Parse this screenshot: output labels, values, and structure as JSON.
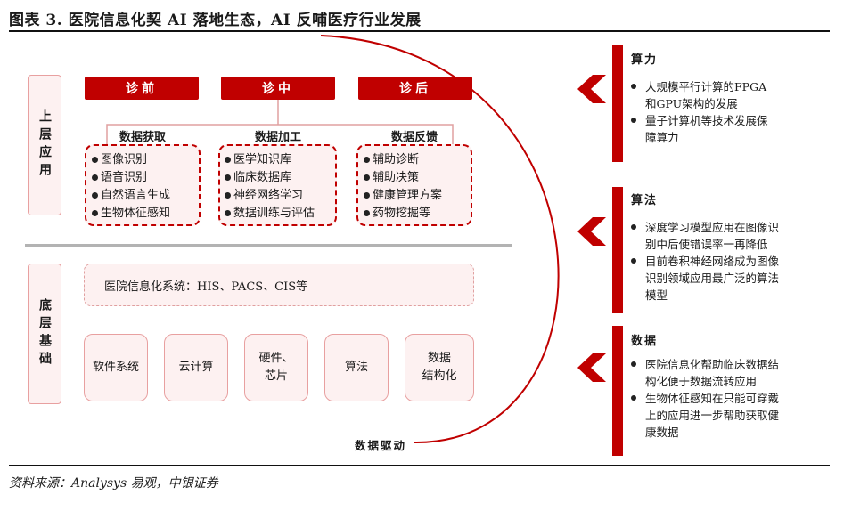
{
  "title": "图表 3. 医院信息化契 AI 落地生态，AI 反哺医疗行业发展",
  "source": "资料来源：Analysys 易观，中银证券",
  "upper_label": "上层应用",
  "lower_label": "底层基础",
  "phases": [
    "诊前",
    "诊中",
    "诊后"
  ],
  "sections": [
    {
      "title": "数据获取",
      "items": [
        "图像识别",
        "语音识别",
        "自然语言生成",
        "生物体征感知"
      ]
    },
    {
      "title": "数据加工",
      "items": [
        "医学知识库",
        "临床数据库",
        "神经网络学习",
        "数据训练与评估"
      ]
    },
    {
      "title": "数据反馈",
      "items": [
        "辅助诊断",
        "辅助决策",
        "健康管理方案",
        "药物挖掘等"
      ]
    }
  ],
  "his_text": "医院信息化系统：HIS、PACS、CIS等",
  "base_items": [
    {
      "line1": "软件系统",
      "line2": ""
    },
    {
      "line1": "云计算",
      "line2": ""
    },
    {
      "line1": "硬件、",
      "line2": "芯片"
    },
    {
      "line1": "算法",
      "line2": ""
    },
    {
      "line1": "数据",
      "line2": "结构化"
    }
  ],
  "drive_label": "数据驱动",
  "panels": [
    {
      "title": "算力",
      "bullets": [
        "大规模平行计算的FPGA和GPU架构的发展",
        "量子计算机等技术发展保障算力"
      ]
    },
    {
      "title": "算法",
      "bullets": [
        "深度学习模型应用在图像识别中后使错误率一再降低",
        "目前卷积神经网络成为图像识别领域应用最广泛的算法模型"
      ]
    },
    {
      "title": "数据",
      "bullets": [
        "医院信息化帮助临床数据结构化便于数据流转应用",
        "生物体征感知在只能可穿戴上的应用进一步帮助获取健康数据"
      ]
    }
  ],
  "colors": {
    "accent": "#c00000",
    "light_fill": "#fdf1f1",
    "border_pink": "#e8a0a0"
  }
}
